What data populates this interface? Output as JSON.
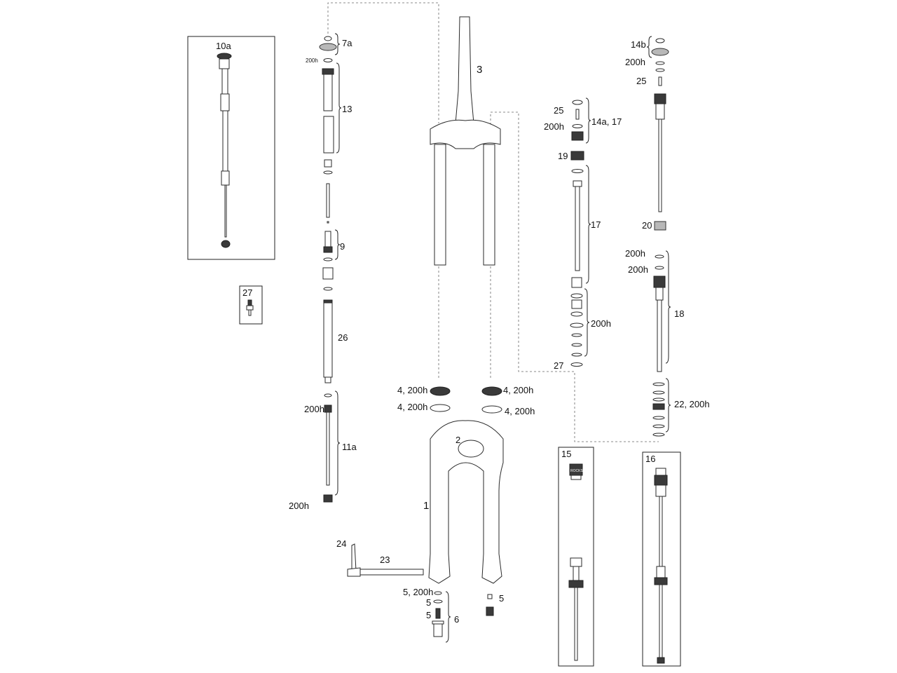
{
  "labels": {
    "l10a": "10a",
    "l27box": "27",
    "l7a": "7a",
    "l200h_small": "200h",
    "l13": "13",
    "l9": "9",
    "l26": "26",
    "l200h_11a": "200h",
    "l11a": "11a",
    "l200h_11a_bottom": "200h",
    "l3": "3",
    "l4_200h_a": "4, 200h",
    "l4_200h_b": "4, 200h",
    "l4_200h_c": "4, 200h",
    "l4_200h_d": "4, 200h",
    "l2": "2",
    "l1": "1",
    "l24": "24",
    "l23": "23",
    "l5_200h": "5, 200h",
    "l5_a": "5",
    "l5_b": "5",
    "l5_c": "5",
    "l6": "6",
    "l25_a": "25",
    "l200h_14a": "200h",
    "l14a_17": "14a, 17",
    "l19": "19",
    "l17": "17",
    "l200h_mid": "200h",
    "l27": "27",
    "l14b": "14b",
    "l200h_14b": "200h",
    "l25_b": "25",
    "l20": "20",
    "l200h_18a": "200h",
    "l200h_18b": "200h",
    "l18": "18",
    "l22_200h": "22, 200h",
    "l15": "15",
    "l16": "16"
  },
  "logo_text": "ROCKSHOX"
}
